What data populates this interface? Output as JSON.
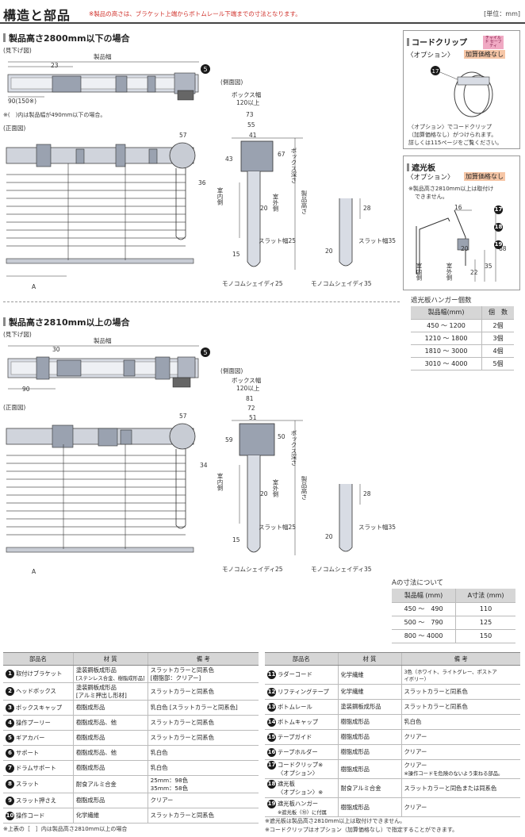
{
  "header": {
    "title": "構造と部品",
    "note": "※製品の高さは、ブラケット上端からボトムレール下端までの寸法となります。",
    "unit": "[単位：mm]"
  },
  "section1": {
    "title": "製品高さ2800mm以下の場合",
    "top_view_label": "(見下げ図)",
    "front_view_label": "(正面図)",
    "side_view_label": "(側面図)",
    "product_width": "製品幅",
    "dim_23": "23",
    "dim_90_150": "90(150※)",
    "note": "※(　)内は製品幅が490mm以下の場合。",
    "box_width": "ボックス幅",
    "box_width2": "120以上",
    "dim_73": "73",
    "dim_55": "55",
    "dim_41": "41",
    "dim_43": "43",
    "dim_67": "67",
    "box_depth": "ボックス深さ",
    "dim_57": "57",
    "dim_36": "36",
    "dim_20": "20",
    "dim_15": "15",
    "dim_28": "28",
    "dim_20b": "20",
    "indoor": "室内側",
    "outdoor": "室外側",
    "product_height": "製品高さ",
    "slat25": "スラット幅25",
    "slat35": "スラット幅35",
    "model25": "モノコムシェイディ25",
    "model35": "モノコムシェイディ35",
    "dim_A": "A"
  },
  "section2": {
    "title": "製品高さ2810mm以上の場合",
    "top_view_label": "(見下げ図)",
    "front_view_label": "(正面図)",
    "side_view_label": "(側面図)",
    "product_width": "製品幅",
    "dim_30": "30",
    "dim_90": "90",
    "box_width": "ボックス幅",
    "box_width2": "120以上",
    "dim_81": "81",
    "dim_72": "72",
    "dim_51": "51",
    "dim_59": "59",
    "dim_50": "50",
    "box_depth": "ボックス深さ",
    "dim_57": "57",
    "dim_34": "34",
    "dim_20": "20",
    "dim_15": "15",
    "dim_28": "28",
    "dim_20b": "20",
    "indoor": "室内側",
    "outdoor": "室外側",
    "product_height": "製品高さ",
    "slat25": "スラット幅25",
    "slat35": "スラット幅35",
    "model25": "モノコムシェイディ25",
    "model35": "モノコムシェイディ35",
    "dim_A": "A"
  },
  "cord_clip": {
    "title": "コードクリップ",
    "badge": "チャイルド セーフティ",
    "option": "〈オプション〉",
    "price": "加算価格なし",
    "num": "17",
    "desc1": "〈オプション〉でコードクリップ",
    "desc2": "（加算価格なし）がつけられます。",
    "desc3": "詳しくは115ページをご覧ください。"
  },
  "shade_plate": {
    "title": "遮光板",
    "option": "〈オプション〉",
    "price": "加算価格なし",
    "note1": "※製品高さ2810mm以上は取付け",
    "note2": "できません。",
    "dim_16": "16",
    "dim_22": "22",
    "dim_35": "35",
    "dim_68": "68",
    "dim_20": "20",
    "indoor": "室内側",
    "outdoor": "室外側",
    "num17": "17",
    "num18": "18",
    "num19": "19"
  },
  "hanger_table": {
    "title": "遮光板ハンガー個数",
    "headers": [
      "製品幅(mm)",
      "個　数"
    ],
    "rows": [
      [
        "450 〜 1200",
        "2個"
      ],
      [
        "1210 〜 1800",
        "3個"
      ],
      [
        "1810 〜 3000",
        "4個"
      ],
      [
        "3010 〜 4000",
        "5個"
      ]
    ]
  },
  "a_table": {
    "title": "Aの寸法について",
    "headers": [
      "製品幅 (mm)",
      "A寸法 (mm)"
    ],
    "rows": [
      [
        "450 〜　490",
        "110"
      ],
      [
        "500 〜　790",
        "125"
      ],
      [
        "800 〜 4000",
        "150"
      ]
    ]
  },
  "parts_left": {
    "headers": [
      "部品名",
      "材 質",
      "備 考"
    ],
    "rows": [
      {
        "num": "1",
        "name": "取付けブラケット",
        "material": "塗装鋼板成形品",
        "material2": "[ステンレス合金、樹脂成形品]",
        "note": "スラットカラーと同系色",
        "note2": "[樹脂部：クリアー]"
      },
      {
        "num": "2",
        "name": "ヘッドボックス",
        "material": "塗装鋼板成形品",
        "material2": "[アルミ押出し形材]",
        "note": "スラットカラーと同系色",
        "note2": ""
      },
      {
        "num": "3",
        "name": "ボックスキャップ",
        "material": "樹脂成形品",
        "material2": "",
        "note": "乳白色 [スラットカラーと同系色]",
        "note2": ""
      },
      {
        "num": "4",
        "name": "操作プーリー",
        "material": "樹脂成形品、他",
        "material2": "",
        "note": "スラットカラーと同系色",
        "note2": ""
      },
      {
        "num": "5",
        "name": "ギアカバー",
        "material": "樹脂成形品",
        "material2": "",
        "note": "スラットカラーと同系色",
        "note2": ""
      },
      {
        "num": "6",
        "name": "サポート",
        "material": "樹脂成形品、他",
        "material2": "",
        "note": "乳白色",
        "note2": ""
      },
      {
        "num": "7",
        "name": "ドラムサポート",
        "material": "樹脂成形品",
        "material2": "",
        "note": "乳白色",
        "note2": ""
      },
      {
        "num": "8",
        "name": "スラット",
        "material": "耐食アルミ合金",
        "material2": "",
        "note": "25mm：98色",
        "note2": "35mm：58色"
      },
      {
        "num": "9",
        "name": "スラット押さえ",
        "material": "樹脂成形品",
        "material2": "",
        "note": "クリアー",
        "note2": ""
      },
      {
        "num": "10",
        "name": "操作コード",
        "material": "化学繊維",
        "material2": "",
        "note": "スラットカラーと同系色",
        "note2": ""
      }
    ],
    "footnote": "※上表の［　］内は製品高さ2810mm以上の場合"
  },
  "parts_right": {
    "headers": [
      "部品名",
      "材 質",
      "備 考"
    ],
    "rows": [
      {
        "num": "11",
        "name": "ラダーコード",
        "material": "化学繊維",
        "note": "3色（ホワイト、ライトグレー、ポストア",
        "note2": "イボリー）"
      },
      {
        "num": "12",
        "name": "リフティングテープ",
        "material": "化学繊維",
        "note": "スラットカラーと同系色",
        "note2": ""
      },
      {
        "num": "13",
        "name": "ボトムレール",
        "material": "塗装鋼板成形品",
        "note": "スラットカラーと同系色",
        "note2": ""
      },
      {
        "num": "14",
        "name": "ボトムキャップ",
        "material": "樹脂成形品",
        "note": "乳白色",
        "note2": ""
      },
      {
        "num": "15",
        "name": "テープガイド",
        "material": "樹脂成形品",
        "note": "クリアー",
        "note2": ""
      },
      {
        "num": "16",
        "name": "テープホルダー",
        "material": "樹脂成形品",
        "note": "クリアー",
        "note2": ""
      },
      {
        "num": "17",
        "name": "コードクリップ※",
        "name2": "〈オプション〉",
        "material": "樹脂成形品",
        "note": "クリアー",
        "note2": "※操作コードを危険のないよう束ねる部品。"
      },
      {
        "num": "18",
        "name": "遮光板",
        "name2": "〈オプション〉※",
        "material": "耐食アルミ合金",
        "note": "スラットカラーと同色または同系色",
        "note2": ""
      },
      {
        "num": "19",
        "name": "遮光板ハンガー",
        "name2": "※遮光板（⑱）に付属",
        "material": "樹脂成形品",
        "note": "クリアー",
        "note2": ""
      }
    ],
    "footnote1": "※遮光板は製品高さ2810mm以上は取付けできません。",
    "footnote2": "※コードクリップはオプション（加算価格なし）で指定することができます。"
  },
  "colors": {
    "accent_red": "#d0302a",
    "header_gray": "#d6d6d6",
    "badge_orange": "#f6c6a6",
    "badge_pink": "#f0a9c3"
  }
}
